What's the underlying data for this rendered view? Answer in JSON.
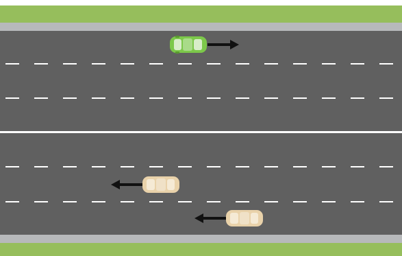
{
  "colors": {
    "grass": "#96be5c",
    "curb": "#b7b9bb",
    "asphalt": "#606060",
    "lane_marking": "#ffffff",
    "arrow": "#111111"
  },
  "lanes": {
    "top_direction": "right",
    "bottom_direction": "left",
    "count_per_direction": 3
  },
  "vehicles": [
    {
      "id": "car-green",
      "color": "#7cc84a",
      "direction": "right",
      "lane": "top-1"
    },
    {
      "id": "car-tan-1",
      "color": "#e9d2aa",
      "direction": "left",
      "lane": "bottom-2"
    },
    {
      "id": "car-tan-2",
      "color": "#e9d2aa",
      "direction": "left",
      "lane": "bottom-3"
    }
  ]
}
